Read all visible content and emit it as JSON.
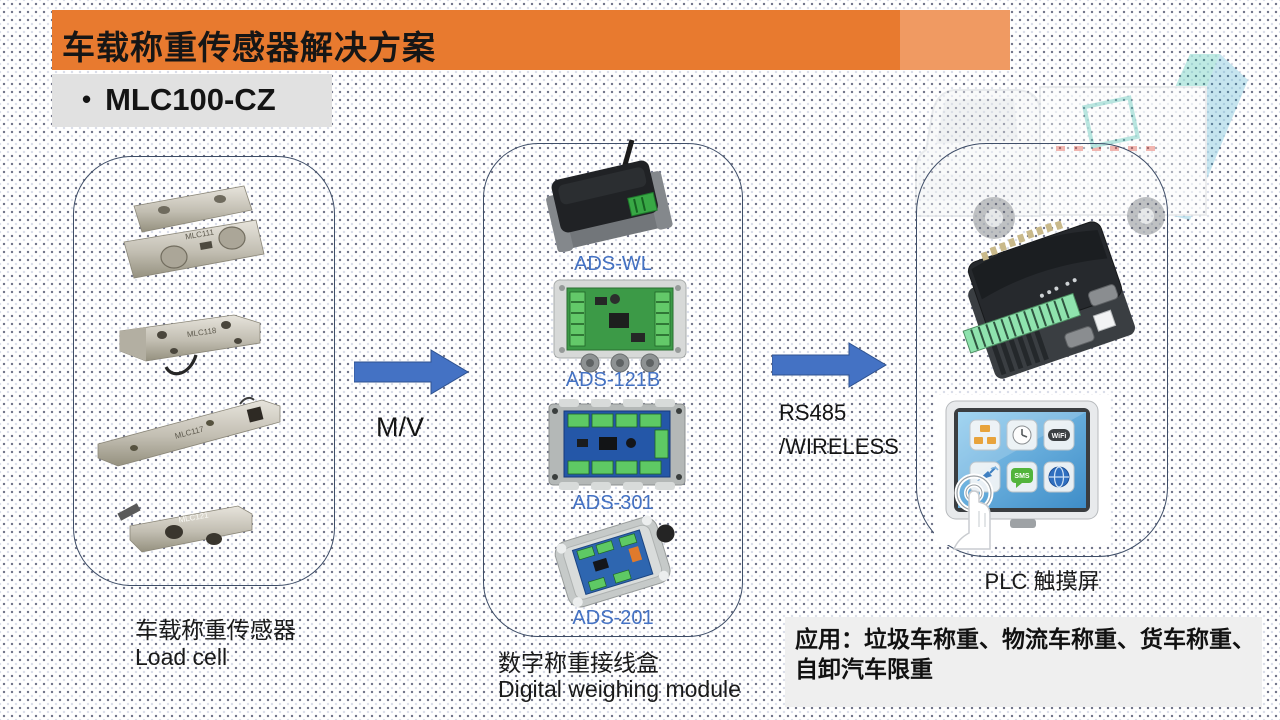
{
  "slide_title": "车载称重传感器解决方案",
  "subtitle": {
    "bullet": "•",
    "text": "MLC100-CZ"
  },
  "sections": {
    "load_cell": {
      "caption_zh": "车载称重传感器",
      "caption_en": "Load cell",
      "models": [
        "MLC111",
        "MLC118",
        "MLC117",
        "MLC121"
      ]
    },
    "weighing_module": {
      "caption_zh": "数字称重接线盒",
      "caption_en": "Digital weighing module",
      "items": [
        {
          "label": "ADS-WL"
        },
        {
          "label": "ADS-121B"
        },
        {
          "label": "ADS-301"
        },
        {
          "label": "ADS-201"
        }
      ]
    },
    "plc": {
      "caption": "PLC 触摸屏",
      "wifi_label": "WiFi",
      "sms_label": "SMS",
      "touchscreen_icons": [
        "folders-icon",
        "clock-icon",
        "wifi-icon",
        "satellite-icon",
        "sms-icon",
        "globe-icon"
      ]
    }
  },
  "arrows": {
    "first": {
      "label": "M/V"
    },
    "second": {
      "line1": "RS485",
      "line2": "/WIRELESS"
    }
  },
  "applications": {
    "line1": "应用：垃圾车称重、物流车称重、货车称重、",
    "line2": "自卸汽车限重"
  },
  "colors": {
    "header_orange": "#E87A2F",
    "header_orange_light": "#F09A62",
    "arrow_blue": "#4472C4",
    "arrow_outline": "#2F528F",
    "module_label_blue": "#4472C4",
    "box_border_navy": "#3F4E68",
    "subtitle_bg": "#E1E1E1",
    "applications_bg": "#EFEFEF"
  }
}
